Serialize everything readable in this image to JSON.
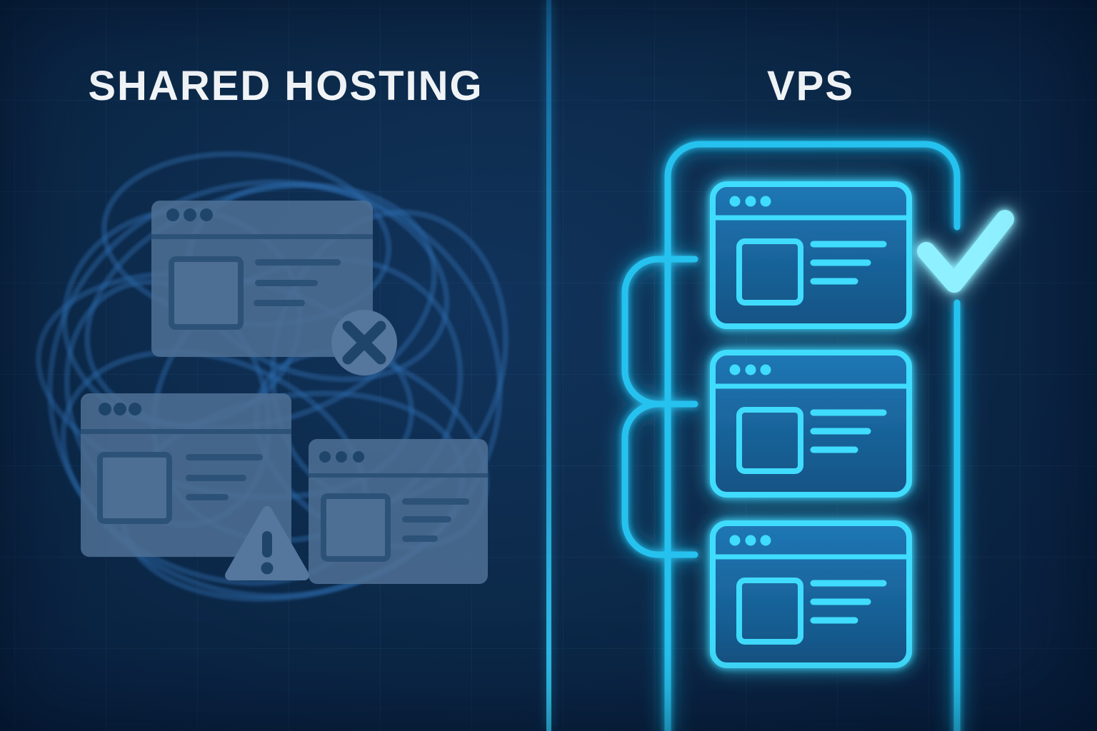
{
  "left_panel": {
    "title": "SHARED HOSTING",
    "window_count": 3,
    "status_icons": [
      "x-circle-icon",
      "warning-triangle-icon"
    ],
    "style": "faded-tangled"
  },
  "right_panel": {
    "title": "VPS",
    "window_count": 3,
    "status_icons": [
      "checkmark-icon"
    ],
    "style": "neon-isolated"
  },
  "colors": {
    "bg_center": "#11335b",
    "bg_edge": "#081e3c",
    "grid_line": "rgba(130,195,255,0.05)",
    "divider_top": "#15669c",
    "divider_bottom": "#31c4ec",
    "neon": "#28c2ef",
    "window_stroke": "#3fdcfd",
    "window_fill_top": "#2077b5",
    "window_fill_bottom": "#135384",
    "check": "#8ff0ff",
    "muted_fill": "#4e6f94",
    "muted_detail": "#2d5278",
    "muted_dark": "#20456b",
    "muted_badge": "#55779d",
    "tangle": "#2a6cad",
    "title": "#f3f6f9"
  }
}
